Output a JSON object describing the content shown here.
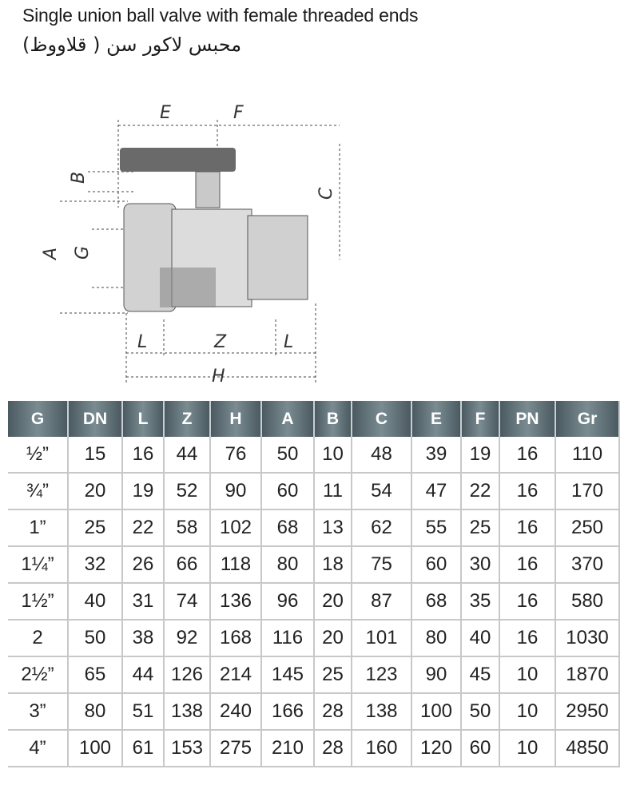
{
  "title": "Single union ball valve with female threaded ends",
  "subtitle": "محبس لاكور سن ( قلاووظ)",
  "diagram": {
    "labels": {
      "E": "E",
      "F": "F",
      "B": "B",
      "C": "C",
      "A": "A",
      "G": "G",
      "L1": "L",
      "Z": "Z",
      "L2": "L",
      "H": "H"
    }
  },
  "table": {
    "headers": [
      "G",
      "DN",
      "L",
      "Z",
      "H",
      "A",
      "B",
      "C",
      "E",
      "F",
      "PN",
      "Gr"
    ],
    "rows": [
      [
        "½”",
        "15",
        "16",
        "44",
        "76",
        "50",
        "10",
        "48",
        "39",
        "19",
        "16",
        "110"
      ],
      [
        "¾”",
        "20",
        "19",
        "52",
        "90",
        "60",
        "11",
        "54",
        "47",
        "22",
        "16",
        "170"
      ],
      [
        "1”",
        "25",
        "22",
        "58",
        "102",
        "68",
        "13",
        "62",
        "55",
        "25",
        "16",
        "250"
      ],
      [
        "1¼”",
        "32",
        "26",
        "66",
        "118",
        "80",
        "18",
        "75",
        "60",
        "30",
        "16",
        "370"
      ],
      [
        "1½”",
        "40",
        "31",
        "74",
        "136",
        "96",
        "20",
        "87",
        "68",
        "35",
        "16",
        "580"
      ],
      [
        "2",
        "50",
        "38",
        "92",
        "168",
        "116",
        "20",
        "101",
        "80",
        "40",
        "16",
        "1030"
      ],
      [
        "2½”",
        "65",
        "44",
        "126",
        "214",
        "145",
        "25",
        "123",
        "90",
        "45",
        "10",
        "1870"
      ],
      [
        "3”",
        "80",
        "51",
        "138",
        "240",
        "166",
        "28",
        "138",
        "100",
        "50",
        "10",
        "2950"
      ],
      [
        "4”",
        "100",
        "61",
        "153",
        "275",
        "210",
        "28",
        "160",
        "120",
        "60",
        "10",
        "4850"
      ]
    ]
  }
}
